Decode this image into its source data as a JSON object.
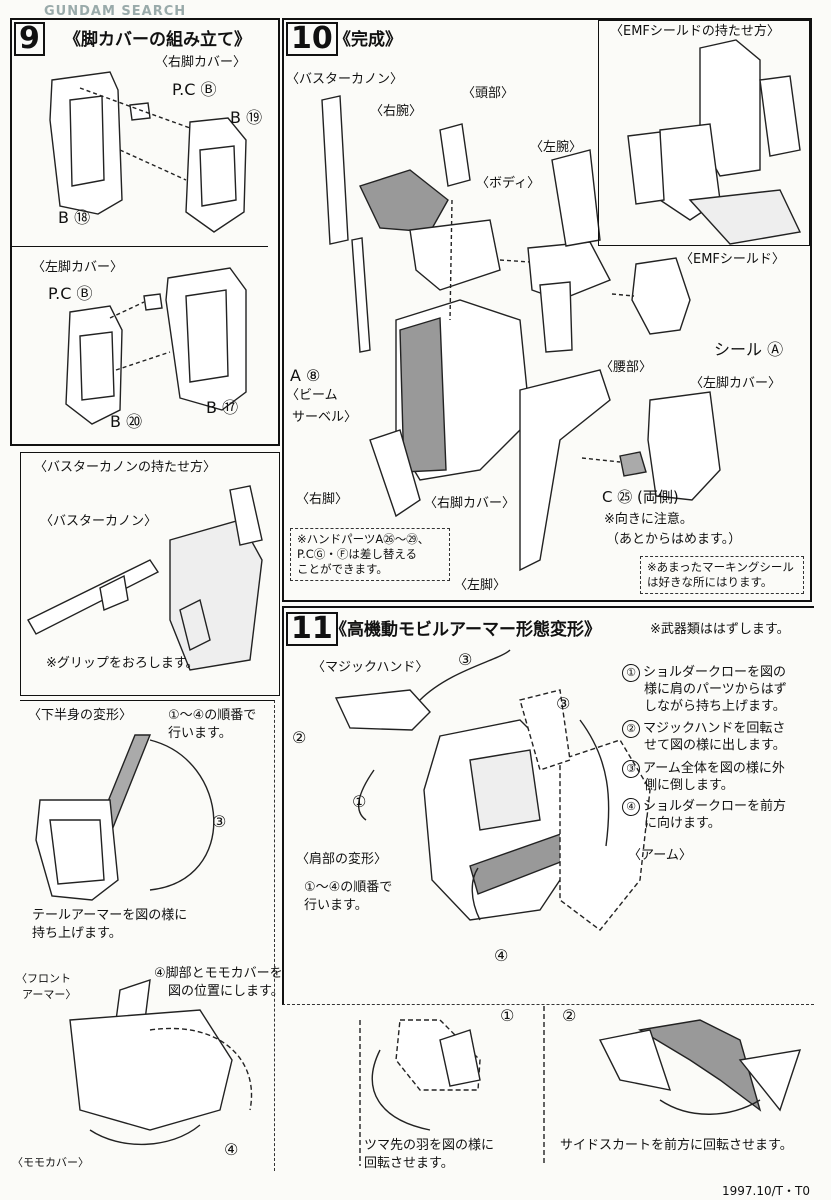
{
  "watermark": "GUNDAM SEARCH",
  "step9": {
    "number": "9",
    "title": "《脚カバーの組み立て》",
    "right": {
      "heading": "〈右脚カバー〉",
      "pc": "P.C Ⓑ",
      "b19": "B ⑲",
      "b18": "B ⑱"
    },
    "left": {
      "heading": "〈左脚カバー〉",
      "pc": "P.C Ⓑ",
      "b20": "B ⑳",
      "b17": "B ⑰"
    }
  },
  "buster": {
    "heading": "〈バスターカノンの持たせ方〉",
    "sub": "〈バスターカノン〉",
    "note": "※グリップをおろします。"
  },
  "lower": {
    "heading": "〈下半身の変形〉",
    "order1": "①～④の順番で",
    "order2": "行います。",
    "num3": "③",
    "tail1": "テールアーマーを図の様に",
    "tail2": "持ち上げます。",
    "front1": "〈フロント",
    "front2": "アーマー〉",
    "step4a": "④脚部とモモカバーを",
    "step4b": "図の位置にします。",
    "momo": "〈モモカバー〉",
    "num4": "④"
  },
  "step10": {
    "number": "10",
    "title": "《完成》",
    "labels": {
      "buster": "〈バスターカノン〉",
      "right_arm": "〈右腕〉",
      "head": "〈頭部〉",
      "left_arm": "〈左腕〉",
      "body": "〈ボディ〉",
      "emf_shield": "〈EMFシールド〉",
      "seal": "シール Ⓐ",
      "waist": "〈腰部〉",
      "left_leg_cover": "〈左脚カバー〉",
      "a8": "A ⑧",
      "beam1": "〈ビーム",
      "beam2": "サーベル〉",
      "right_leg": "〈右脚〉",
      "right_leg_cover": "〈右脚カバー〉",
      "c25": "C ㉕ (両側)",
      "direction1": "※向きに注意。",
      "direction2": "（あとからはめます。）",
      "left_leg": "〈左脚〉"
    },
    "emf_howto": "〈EMFシールドの持たせ方〉",
    "hand_note": [
      "※ハンドパーツA㉖～㉙、",
      "P.CⒼ・Ⓕは差し替える",
      "ことができます。"
    ],
    "marking_note": [
      "※あまったマーキングシール",
      "は好きな所にはります。"
    ]
  },
  "step11": {
    "number": "11",
    "title": "《高機動モビルアーマー形態変形》",
    "weapons_note": "※武器類ははずします。",
    "magic_hand": "〈マジックハンド〉",
    "shoulder_heading": "〈肩部の変形〉",
    "shoulder_order1": "①～④の順番で",
    "shoulder_order2": "行います。",
    "arm": "〈アーム〉",
    "nums": [
      "①",
      "②",
      "③",
      "③",
      "④"
    ],
    "steps": [
      {
        "num": "①",
        "lines": [
          "ショルダークローを図の",
          "様に肩のパーツからはず",
          "しながら持ち上げます。"
        ]
      },
      {
        "num": "②",
        "lines": [
          "マジックハンドを回転さ",
          "せて図の様に出します。"
        ]
      },
      {
        "num": "③",
        "lines": [
          "アーム全体を図の様に外",
          "側に倒します。"
        ]
      },
      {
        "num": "④",
        "lines": [
          "ショルダークローを前方",
          "に向けます。"
        ]
      }
    ]
  },
  "bottom": {
    "num1": "①",
    "num2": "②",
    "toe1": "ツマ先の羽を図の様に",
    "toe2": "回転させます。",
    "skirt": "サイドスカートを前方に回転させます。"
  },
  "footer": "1997.10/T・T0"
}
